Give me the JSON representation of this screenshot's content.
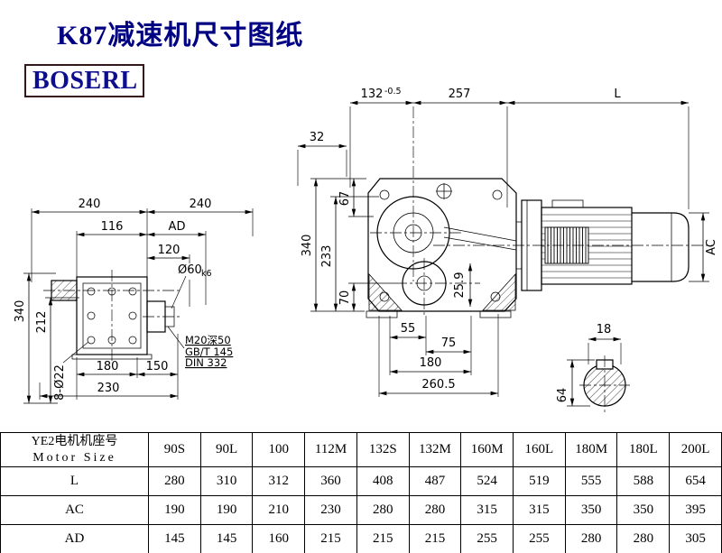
{
  "page": {
    "title": "K87减速机尺寸图纸",
    "brand": "BOSERL"
  },
  "left_view": {
    "dim_240_a": "240",
    "dim_240_b": "240",
    "dim_116": "116",
    "dim_ad": "AD",
    "dim_120": "120",
    "dim_d60": "Ø60",
    "dim_d60_tol": "k6",
    "dim_340": "340",
    "dim_212": "212",
    "dim_180": "180",
    "dim_150": "150",
    "dim_230": "230",
    "dim_8_d22": "8-Ø22",
    "note_m20": "M20深50",
    "note_gbt": "GB/T 145",
    "note_din": "DIN 332"
  },
  "main_view": {
    "dim_132": "132",
    "dim_132_tol": "-0.5",
    "dim_257": "257",
    "dim_L": "L",
    "dim_32": "32",
    "dim_67": "67",
    "dim_340": "340",
    "dim_233": "233",
    "dim_70": "70",
    "dim_25_9": "25.9",
    "dim_55": "55",
    "dim_75": "75",
    "dim_180": "180",
    "dim_260_5": "260.5",
    "dim_AC": "AC"
  },
  "shaft_section": {
    "dim_18": "18",
    "dim_64": "64"
  },
  "table": {
    "header_line1": "YE2电机机座号",
    "header_line2": "Motor Size",
    "columns": [
      "90S",
      "90L",
      "100",
      "112M",
      "132S",
      "132M",
      "160M",
      "160L",
      "180M",
      "180L",
      "200L"
    ],
    "rows": [
      {
        "label": "L",
        "values": [
          "280",
          "310",
          "312",
          "360",
          "408",
          "487",
          "524",
          "519",
          "555",
          "588",
          "654"
        ]
      },
      {
        "label": "AC",
        "values": [
          "190",
          "190",
          "210",
          "230",
          "280",
          "280",
          "315",
          "315",
          "350",
          "350",
          "395"
        ]
      },
      {
        "label": "AD",
        "values": [
          "145",
          "145",
          "160",
          "215",
          "215",
          "215",
          "255",
          "255",
          "280",
          "280",
          "305"
        ]
      }
    ]
  }
}
